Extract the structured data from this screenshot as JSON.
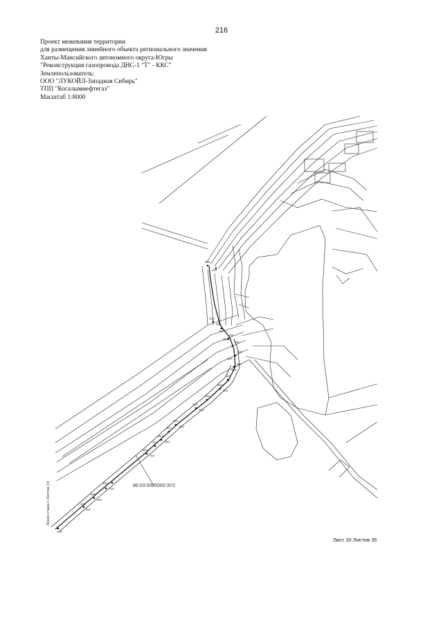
{
  "page_number": "216",
  "header": {
    "lines": [
      "Проект межевания территории",
      "для размещения линейного объекта регионального значения",
      "Ханты-Мансийского автономного округа-Югры",
      "\"Реконструкция газопровода ДНС-1 \"Т\" - ККС\"",
      "Землепользователь:",
      "ООО \"ЛУКОЙЛ-Западная Сибирь\"",
      "ТПП \"Когалымнефтегаз\"",
      "Масштаб 1:8000"
    ]
  },
  "map": {
    "parcel_label": "86:03:0000000:ЗУ2",
    "boundary_label": "Линия стыка с Листом 19",
    "line_color": "#222222"
  },
  "footer": {
    "sheet_label": "Лист 20 Листов 35"
  }
}
